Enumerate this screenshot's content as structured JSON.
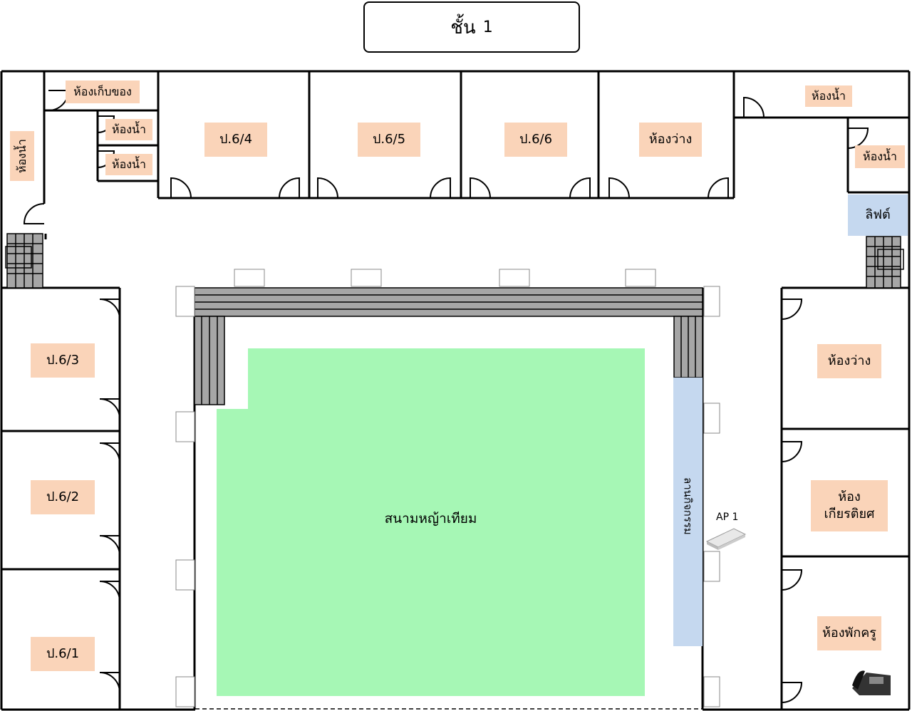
{
  "title": {
    "text": "ชั้น",
    "number": "1"
  },
  "rooms": {
    "storage": "ห้องเก็บของ",
    "toilet_left": "ห้องน้ำ",
    "toilet_small_1": "ห้องน้ำ",
    "toilet_small_2": "ห้องน้ำ",
    "class_p64": "ป.6/4",
    "class_p65": "ป.6/5",
    "class_p66": "ป.6/6",
    "empty_top": "ห้องว่าง",
    "toilet_right_top": "ห้องน้ำ",
    "toilet_right": "ห้องน้ำ",
    "lift": "ลิฟต์",
    "class_p63": "ป.6/3",
    "class_p62": "ป.6/2",
    "class_p61": "ป.6/1",
    "empty_right": "ห้องว่าง",
    "honor_line1": "ห้อง",
    "honor_line2": "เกียรติยศ",
    "teacher": "ห้องพักครู"
  },
  "courtyard": {
    "label": "สนามหญ้าเทียม",
    "color": "#a6f7b5"
  },
  "stage": {
    "label": "ลานกิจกรรม"
  },
  "access_point": {
    "label": "AP 1"
  },
  "colors": {
    "room_label": "#fad4b9",
    "stage": "#c5d8ef",
    "stairs": "#a6a6a6"
  }
}
